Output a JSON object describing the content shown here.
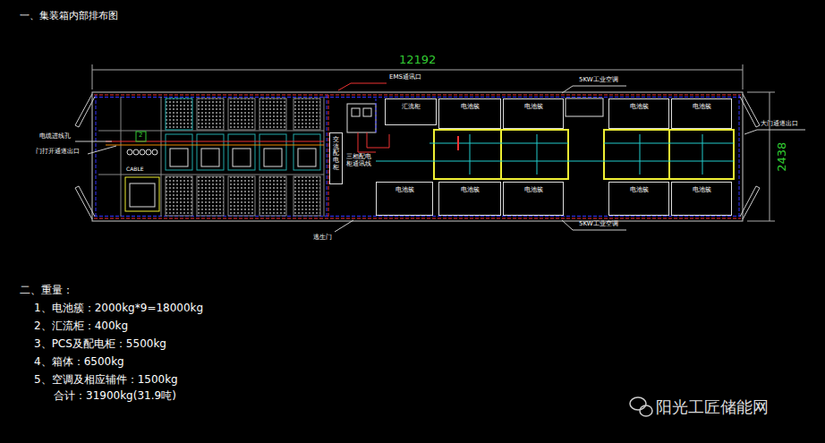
{
  "diagram": {
    "title": "一、集装箱内部排布图",
    "nodes": [
      {
        "text": [
          "汇流柜"
        ]
      },
      {
        "text": [
          "电池簇"
        ]
      },
      {
        "text": [
          "电池簇"
        ]
      },
      {
        "text": [
          "电池簇"
        ]
      },
      {
        "text": [
          "电池簇"
        ]
      },
      {
        "text": [
          "电池簇"
        ]
      },
      {
        "text": [
          "电池簇"
        ]
      },
      {
        "text": [
          "电池簇"
        ]
      },
      {
        "text": [
          "电池簇"
        ]
      },
      {
        "text": [
          "电池簇"
        ]
      },
      {
        "text": [
          "交流配电柜"
        ]
      }
    ],
    "labels": [
      "12192",
      "2438",
      "EMS通讯口",
      "5KW工业空调",
      "5KW工业空调",
      "大门通道出口",
      "电缆进线孔",
      "门打开通道出口",
      "逃生门",
      "2",
      "三相配电柜通讯线",
      "二、重量：",
      "1、电池簇：2000kg*9=18000kg",
      "2、汇流柜：400kg",
      "3、PCS及配电柜：5500kg",
      "4、箱体：6500kg",
      "5、空调及相应辅件：1500kg",
      "合计：31900kg(31.9吨)",
      "阳光工匠储能网",
      "CABLE"
    ]
  }
}
